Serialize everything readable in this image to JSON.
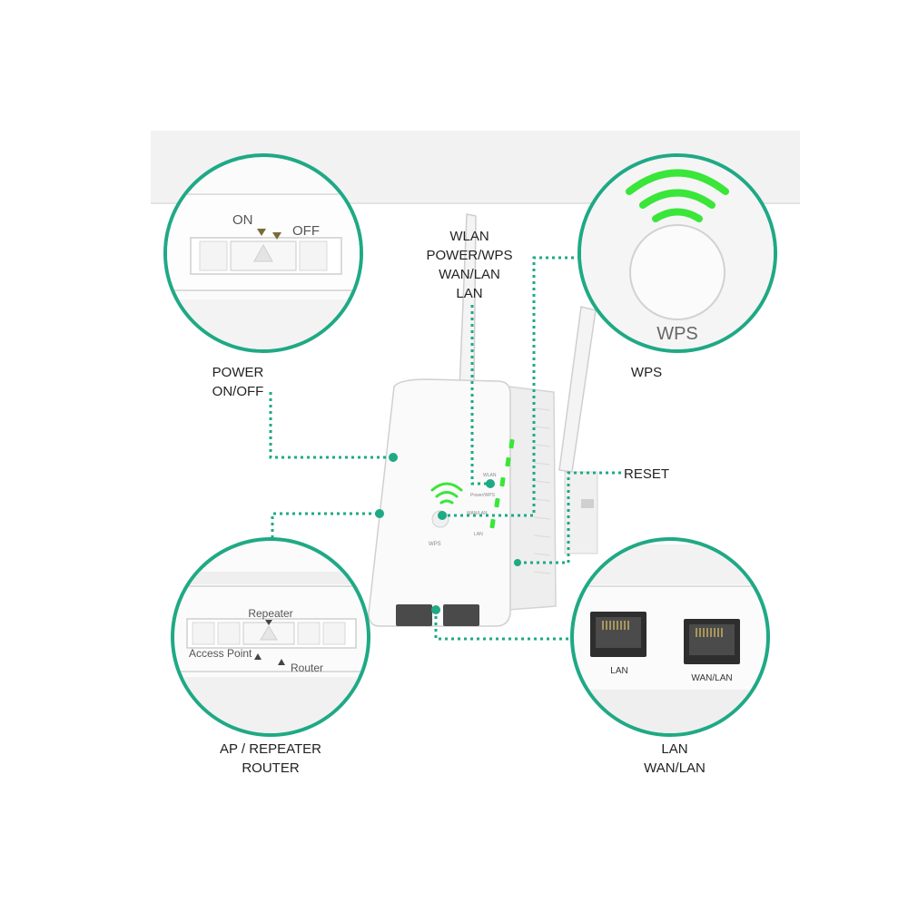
{
  "colors": {
    "accent_teal": "#1fa985",
    "led_green": "#39e639",
    "device_white": "#f7f7f7",
    "device_outline": "#d6d6d6"
  },
  "callouts": {
    "power": {
      "line1": "POWER",
      "line2": "ON/OFF",
      "switch_on": "ON",
      "switch_off": "OFF"
    },
    "indicators": {
      "line1": "WLAN",
      "line2": "POWER/WPS",
      "line3": "WAN/LAN",
      "line4": "LAN"
    },
    "wps": {
      "label": "WPS",
      "button_text": "WPS"
    },
    "reset": {
      "label": "RESET"
    },
    "mode": {
      "line1": "AP / REPEATER",
      "line2": "ROUTER",
      "switch_repeater": "Repeater",
      "switch_ap": "Access Point",
      "switch_router": "Router"
    },
    "ports": {
      "line1": "LAN",
      "line2": "WAN/LAN",
      "port1_label": "LAN",
      "port2_label": "WAN/LAN"
    }
  },
  "device": {
    "led_labels": [
      "WLAN",
      "Power/WPS",
      "WAN/LAN",
      "LAN"
    ],
    "wps_text": "WPS"
  },
  "icons": [
    "wifi-icon",
    "arrow-down-icon",
    "arrow-up-icon",
    "ethernet-port-icon"
  ]
}
